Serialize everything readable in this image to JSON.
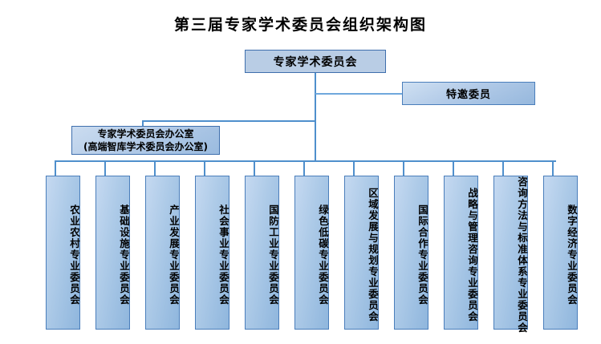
{
  "title": "第三届专家学术委员会组织架构图",
  "colors": {
    "box_fill_light": "#c5d9f1",
    "box_fill_mid": "#aecbe8",
    "box_fill_dark": "#8fb6dd",
    "root_fill": "#b9cde5",
    "border": "#4a7ebb",
    "connector": "#4f8fcc",
    "text": "#000000",
    "background": "#ffffff"
  },
  "nodes": {
    "root": {
      "label": "专家学术委员会"
    },
    "invited": {
      "label": "特邀委员"
    },
    "office": {
      "line1": "专家学术委员会办公室",
      "line2": "(高端智库学术委员会办公室)"
    }
  },
  "committees": [
    {
      "label": "农业农村专业委员会"
    },
    {
      "label": "基础设施专业委员会"
    },
    {
      "label": "产业发展专业委员会"
    },
    {
      "label": "社会事业专业委员会"
    },
    {
      "label": "国防工业专业委员会"
    },
    {
      "label": "绿色低碳专业委员会"
    },
    {
      "label": "区域发展与规划专业委员会"
    },
    {
      "label": "国际合作专业委员会"
    },
    {
      "label": "战略与管理咨询专业委员会"
    },
    {
      "label": "咨询方法与标准体系专业委员会"
    },
    {
      "label": "数字经济专业委员会"
    }
  ]
}
